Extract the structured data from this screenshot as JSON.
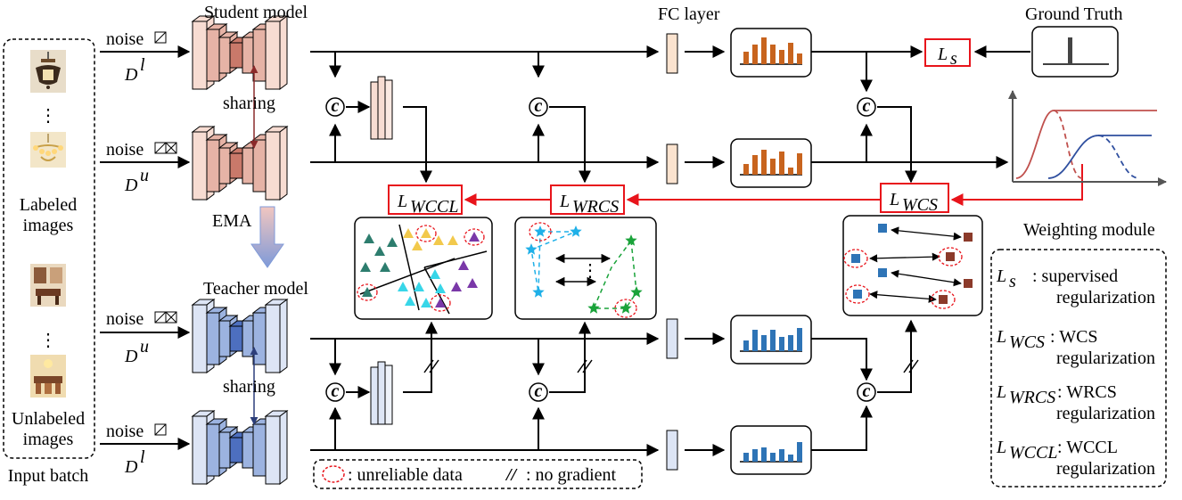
{
  "input": {
    "labeled_caption": "Labeled images",
    "unlabeled_caption": "Unlabeled images",
    "batch_label": "Input batch",
    "dots": "⋮"
  },
  "student": {
    "title": "Student model",
    "sharing": "sharing",
    "row1_noise": "noise",
    "row1_data": "D",
    "row1_sup": "l",
    "row2_noise": "noise",
    "row2_data": "D",
    "row2_sup": "u"
  },
  "ema": "EMA",
  "teacher": {
    "title": "Teacher model",
    "sharing": "sharing",
    "row1_noise": "noise",
    "row1_data": "D",
    "row1_sup": "u",
    "row2_noise": "noise",
    "row2_data": "D",
    "row2_sup": "l"
  },
  "fc_label": "FC layer",
  "ground_truth": "Ground Truth",
  "weighting_module": "Weighting module",
  "concat_symbol": "c",
  "losses": {
    "ls_main": "L",
    "ls_sub": "s",
    "lwccl_main": "L",
    "lwccl_sub": "WCCL",
    "lwrcs_main": "L",
    "lwrcs_sub": "WRCS",
    "lwcs_main": "L",
    "lwcs_sub": "WCS"
  },
  "legend_bottom": {
    "unreliable": ": unreliable data",
    "nograd_symbol": "//",
    "nograd": ": no gradient"
  },
  "legend_right": [
    {
      "main": "L",
      "sub": "s",
      "line1": ": supervised",
      "line2": "regularization"
    },
    {
      "main": "L",
      "sub": "WCS",
      "line1": ": WCS",
      "line2": "regularization"
    },
    {
      "main": "L",
      "sub": "WRCS",
      "line1": ": WRCS",
      "line2": "regularization"
    },
    {
      "main": "L",
      "sub": "WCCL",
      "line1": ": WCCL",
      "line2": "regularization"
    }
  ],
  "colors": {
    "student_light": "#f7dcd2",
    "student_mid": "#e6b3a6",
    "student_dark": "#c9796a",
    "teacher_light": "#dde5f5",
    "teacher_mid": "#9cb3e0",
    "teacher_dark": "#4d6fbf",
    "arrow_red": "#e8141b",
    "bar_orange": "#c8641e",
    "bar_blue": "#2e74b6",
    "curve_red": "#c0504d",
    "curve_blue": "#2f4f9f"
  }
}
